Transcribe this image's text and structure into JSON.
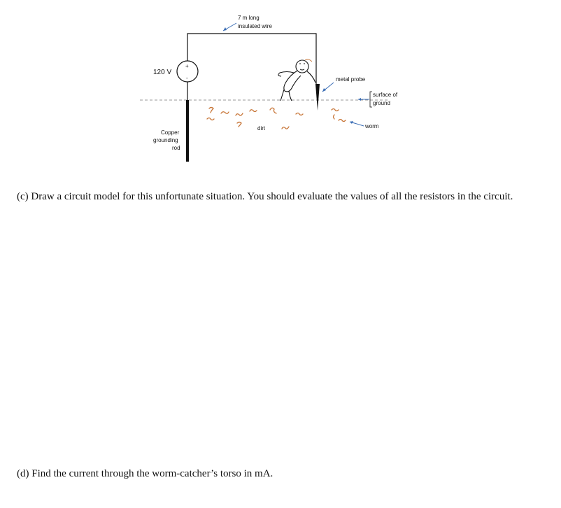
{
  "figure": {
    "wire_label_line1": "7 m long",
    "wire_label_line2": "insulated wire",
    "voltage_label": "120 V",
    "plus_sign": "+",
    "minus_sign": "-",
    "probe_label": "metal probe",
    "surface_label_line1": "surface of",
    "surface_label_line2": "ground",
    "worm_label": "worm",
    "dirt_label": "dirt",
    "rod_label_line1": "Copper",
    "rod_label_line2": "grounding",
    "rod_label_line3": "rod"
  },
  "questions": {
    "c": "(c) Draw a circuit model for this unfortunate situation. You should evaluate the values of all the resistors in the circuit.",
    "d": "(d) Find the current through the worm-catcher’s torso in mA."
  },
  "colors": {
    "wire": "#111111",
    "worm": "#c8773a",
    "arrow": "#3a6db5",
    "ground_line": "#9a9a9a"
  }
}
